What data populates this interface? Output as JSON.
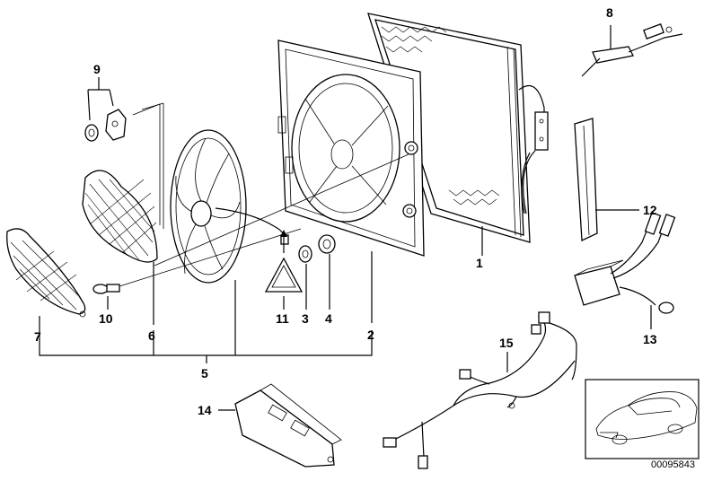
{
  "callouts": [
    {
      "id": "1",
      "label": "1"
    },
    {
      "id": "2",
      "label": "2"
    },
    {
      "id": "3",
      "label": "3"
    },
    {
      "id": "4",
      "label": "4"
    },
    {
      "id": "5",
      "label": "5"
    },
    {
      "id": "6",
      "label": "6"
    },
    {
      "id": "7",
      "label": "7"
    },
    {
      "id": "8",
      "label": "8"
    },
    {
      "id": "9",
      "label": "9"
    },
    {
      "id": "10",
      "label": "10"
    },
    {
      "id": "11",
      "label": "11"
    },
    {
      "id": "12",
      "label": "12"
    },
    {
      "id": "13",
      "label": "13"
    },
    {
      "id": "14",
      "label": "14"
    },
    {
      "id": "15",
      "label": "15"
    }
  ],
  "reference_number": "00095843",
  "icons": {
    "warning_triangle": "warning-triangle-icon",
    "vehicle_thumbnail": "car-icon"
  }
}
